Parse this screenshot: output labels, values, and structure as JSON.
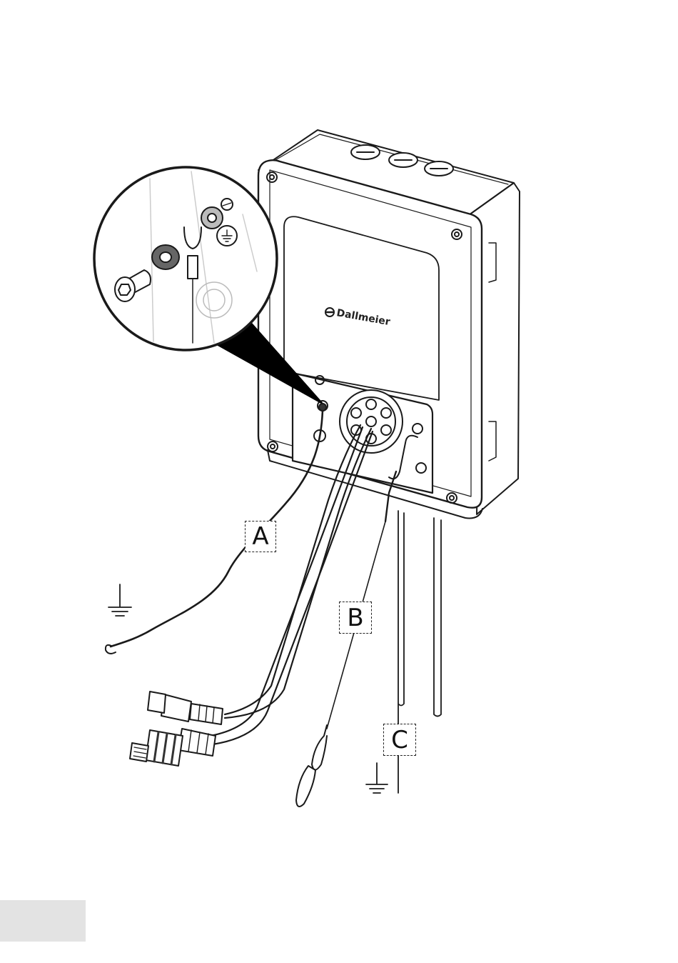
{
  "labels": {
    "a": "A",
    "b": "B",
    "c": "C"
  },
  "device": {
    "brand": "Dallmeier"
  },
  "icons": [
    "ground-symbol-icon",
    "ground-symbol-icon"
  ],
  "colors": {
    "line": "#1a1a1a",
    "shade": "#4a4a4a",
    "footer_tab": "#e3e3e3"
  }
}
